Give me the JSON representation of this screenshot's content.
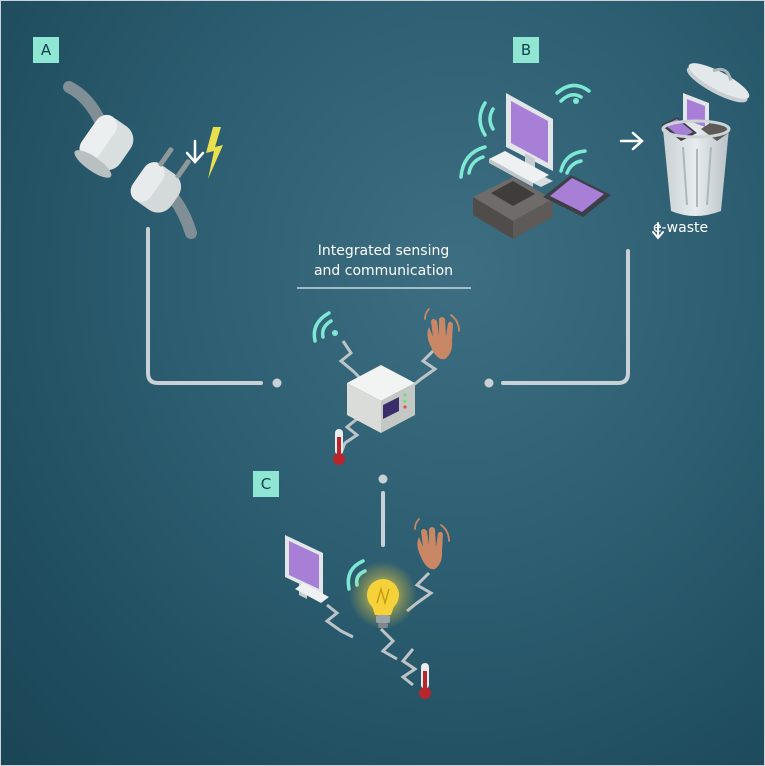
{
  "diagram": {
    "panel_labels": {
      "a": "A",
      "b": "B",
      "c": "C"
    },
    "center_caption_line1": "Integrated sensing",
    "center_caption_line2": "and communication",
    "ewaste_label": "e-waste",
    "colors": {
      "label_bg": "#8fe6d2",
      "wifi": "#7de8d4",
      "connector_line": "#c8d2d6",
      "screen": "#a77fd6",
      "bulb": "#f5d23a",
      "hand": "#c98766",
      "lightning": "#e8e04c"
    },
    "icons": [
      "plug-icon",
      "lightning-icon",
      "down-arrow-icon",
      "monitor-icon",
      "keyboard-icon",
      "printer-icon",
      "tablet-icon",
      "wifi-icon",
      "trash-can-icon",
      "right-arrow-icon",
      "sensor-box-icon",
      "hand-wave-icon",
      "thermometer-icon",
      "light-bulb-icon"
    ]
  }
}
